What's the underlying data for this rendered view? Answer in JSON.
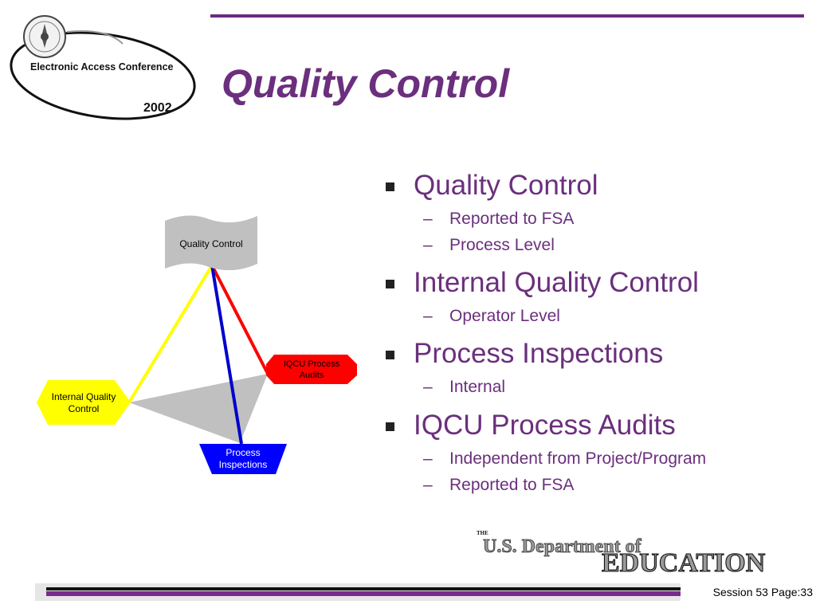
{
  "conference_logo": {
    "name": "Electronic Access Conference",
    "year": "2002"
  },
  "slide_title": "Quality Control",
  "diagram": {
    "nodes": {
      "quality_control": {
        "label": "Quality Control",
        "color": "#c0c0c0"
      },
      "internal_quality_control": {
        "label_line1": "Internal Quality",
        "label_line2": "Control",
        "color": "#ffff00"
      },
      "iqcu_process_audits": {
        "label_line1": "IQCU Process",
        "label_line2": "Audits",
        "color": "#ff0000"
      },
      "process_inspections": {
        "label_line1": "Process",
        "label_line2": "Inspections",
        "color": "#0000ff"
      }
    },
    "edge_colors": {
      "yellow": "#ffff00",
      "red": "#ff0000",
      "blue": "#0000cc",
      "fan": "#c0c0c0"
    }
  },
  "bullets": [
    {
      "text": "Quality Control",
      "subs": [
        "Reported to FSA",
        "Process Level"
      ]
    },
    {
      "text": "Internal Quality Control",
      "subs": [
        "Operator Level"
      ]
    },
    {
      "text": "Process Inspections",
      "subs": [
        "Internal"
      ]
    },
    {
      "text": "IQCU Process Audits",
      "subs": [
        "Independent from Project/Program",
        "Reported to FSA"
      ]
    }
  ],
  "sub_bullet_marker": "–",
  "department_logo": {
    "the": "THE",
    "line1": "U.S. Department of",
    "line2": "EDUCATION"
  },
  "footer": "Session 53 Page:33",
  "colors": {
    "title_purple": "#6b2f7d",
    "rule_purple": "#7a2a8a"
  }
}
